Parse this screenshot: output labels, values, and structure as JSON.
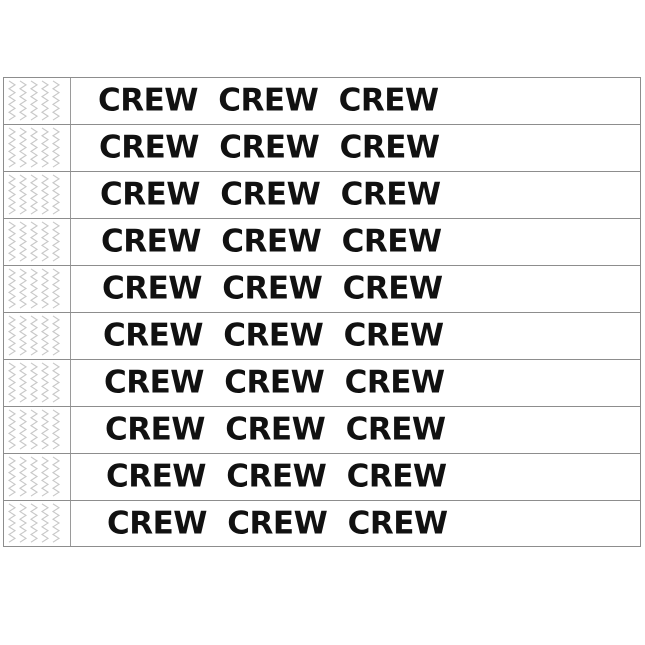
{
  "sheet": {
    "product_name": "crew-wristband-sheet",
    "band_count": 10,
    "background_color": "#ffffff",
    "border_color": "#8d8d8d",
    "divider_color": "#9a9a9a",
    "text_color": "#111111",
    "pattern_color": "#c8c8c8",
    "pattern_name": "zigzag-chevron-pattern",
    "tab_icon_name": "zigzag-tear-pattern"
  },
  "bands": [
    {
      "text": "CREW  CREW  CREW"
    },
    {
      "text": "CREW  CREW  CREW"
    },
    {
      "text": "CREW  CREW  CREW"
    },
    {
      "text": "CREW  CREW  CREW"
    },
    {
      "text": "CREW  CREW  CREW"
    },
    {
      "text": "CREW  CREW  CREW"
    },
    {
      "text": "CREW  CREW  CREW"
    },
    {
      "text": "CREW  CREW  CREW"
    },
    {
      "text": "CREW  CREW  CREW"
    },
    {
      "text": "CREW  CREW  CREW"
    }
  ]
}
